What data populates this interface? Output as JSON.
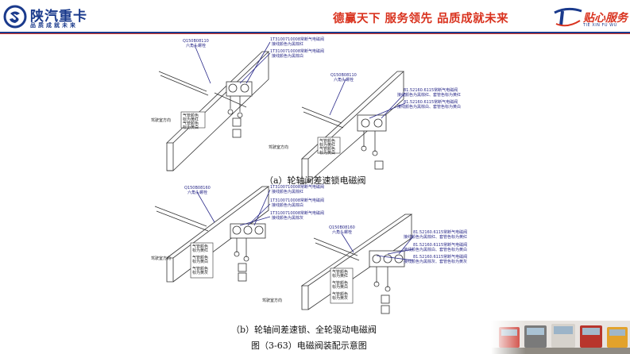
{
  "header": {
    "company": "陕汽重卡",
    "tagline": "品质成就未来",
    "slogan": "德赢天下  服务领先  品质成就未来",
    "service_label": "贴心服务",
    "service_pinyin": "TIE XIN FU WU"
  },
  "diagram_a": {
    "labels": [
      "Q150B08110",
      "六角头螺栓",
      "1T3100710008常断气电磁阀",
      "接线颜色为黑棕红",
      "1T3100710008常断气电磁阀",
      "接线颜色为黑棕白",
      "Q150B08110",
      "六角头螺栓",
      "81.52160.6115常断气电磁阀",
      "接线颜色为黑棕红、套管色标为黄红",
      "81.52160.6115常断气电磁阀",
      "接线颜色为黑棕白、套管色标为黄白",
      "气管颜色",
      "标为黄红",
      "气管颜色",
      "标为黄白",
      "驾驶室方向",
      "驾驶室方向",
      "气管颜色",
      "标为黄红",
      "气管颜色",
      "标为黄白"
    ],
    "caption": "（a）轮轴间差速锁电磁阀"
  },
  "diagram_b": {
    "labels": [
      "Q150B08160",
      "六角头螺栓",
      "1T3100710008常断气电磁阀",
      "接线颜色为黑棕红",
      "1T3100710008常断气电磁阀",
      "接线颜色为黑棕白",
      "1T3100710008常断气电磁阀",
      "接线颜色为黑棕灰",
      "Q150B08160",
      "六角头螺栓",
      "81.52160.6115常断气电磁阀",
      "接线颜色为黑棕红、套管色标为黄红",
      "81.52160.6115常断气电磁阀",
      "接线颜色为黑棕白、套管色标为黄白",
      "81.52160.6115常断气电磁阀",
      "接线颜色为黑棕灰、套管色标为黄灰",
      "气管颜色",
      "标为黄红",
      "气管颜色",
      "标为黄白",
      "气管颜色",
      "标为黄灰",
      "驾驶室方向",
      "驾驶室方向",
      "气管颜色",
      "标为黄红",
      "气管颜色",
      "标为黄白",
      "气管颜色",
      "标为黄灰"
    ],
    "caption": "（b）轮轴间差速锁、全轮驱动电磁阀"
  },
  "figure_caption": "图（3-63）电磁阀装配示意图",
  "colors": {
    "brand_blue": "#1a3a8c",
    "brand_red": "#d9331f",
    "label_blue": "#2a2a8a"
  }
}
